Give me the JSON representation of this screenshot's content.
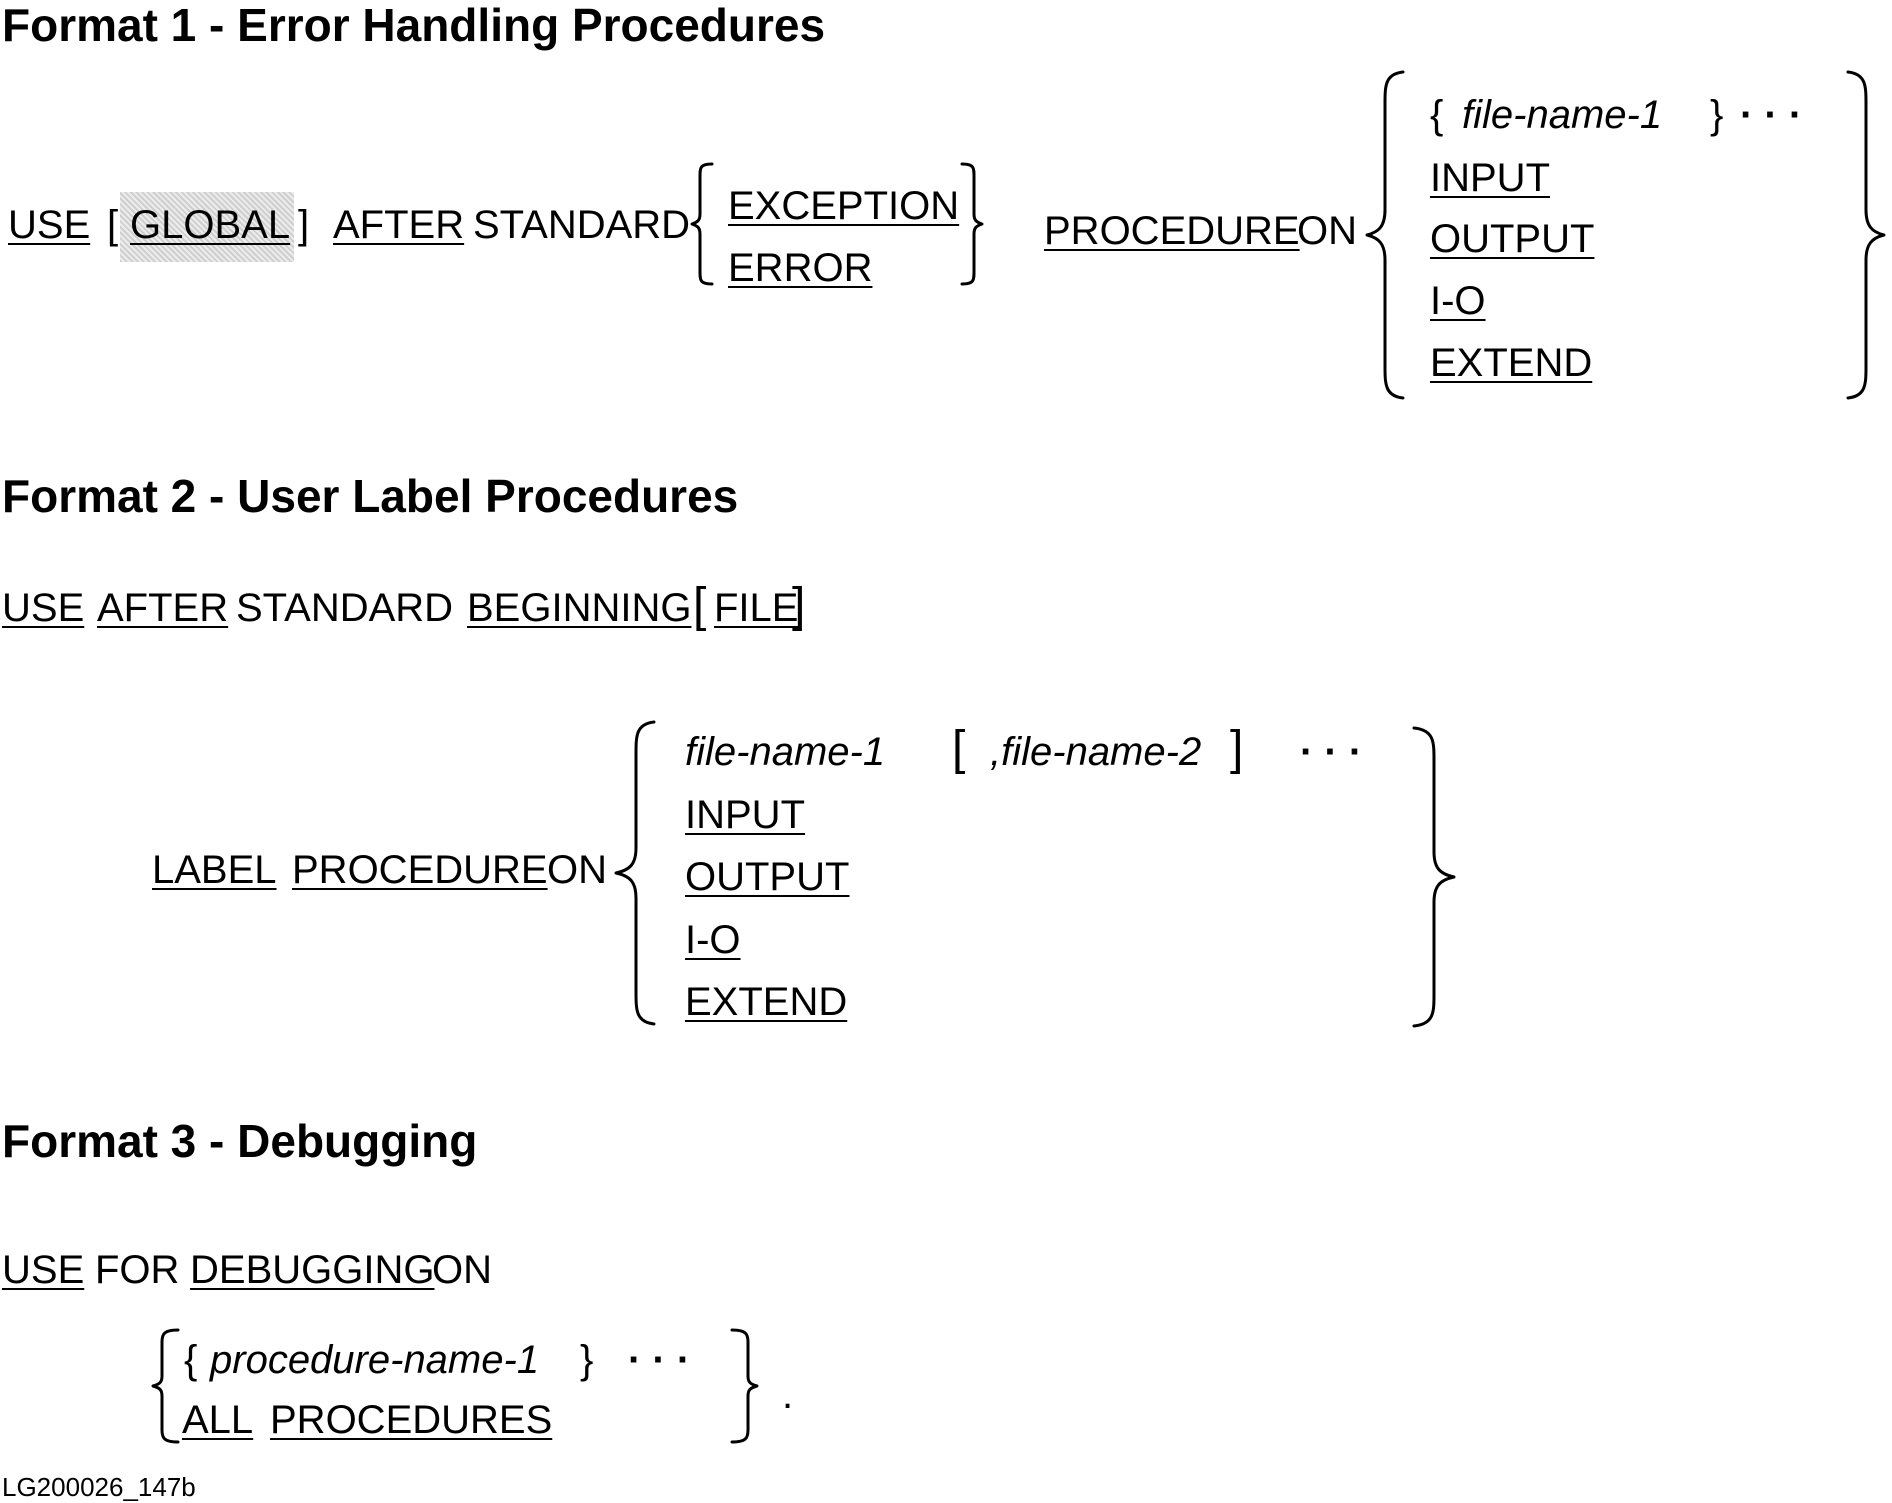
{
  "format1": {
    "heading": "Format 1 - Error Handling Procedures",
    "use": "USE",
    "open_bracket": "[",
    "global": "GLOBAL",
    "close_bracket": "]",
    "after": "AFTER",
    "standard": "STANDARD",
    "exception": "EXCEPTION",
    "error": "ERROR",
    "procedure": "PROCEDURE",
    "on": "ON",
    "file_open": "{",
    "file_name": "file-name-1",
    "file_close": "}",
    "ellipsis": "· · ·",
    "input": "INPUT",
    "output": "OUTPUT",
    "io": "I-O",
    "extend": "EXTEND"
  },
  "format2": {
    "heading": "Format 2 - User Label Procedures",
    "use": "USE",
    "after": "AFTER",
    "standard": "STANDARD",
    "beginning": "BEGINNING",
    "open_bracket": "[",
    "file": "FILE",
    "close_bracket": "]",
    "label": "LABEL",
    "procedure": "PROCEDURE",
    "on": "ON",
    "file_name_1": "file-name-1",
    "opt_open": "[",
    "file_name_2": ",file-name-2",
    "opt_close": "]",
    "ellipsis": "· · ·",
    "input": "INPUT",
    "output": "OUTPUT",
    "io": "I-O",
    "extend": "EXTEND"
  },
  "format3": {
    "heading": "Format 3 - Debugging",
    "use": "USE",
    "for": "FOR",
    "debugging": "DEBUGGING",
    "on": "ON",
    "proc_open": "{",
    "procedure_name": "procedure-name-1",
    "proc_close": "}",
    "ellipsis": "· · ·",
    "all": "ALL",
    "procedures": "PROCEDURES",
    "period": "."
  },
  "figure_id": "LG200026_147b"
}
